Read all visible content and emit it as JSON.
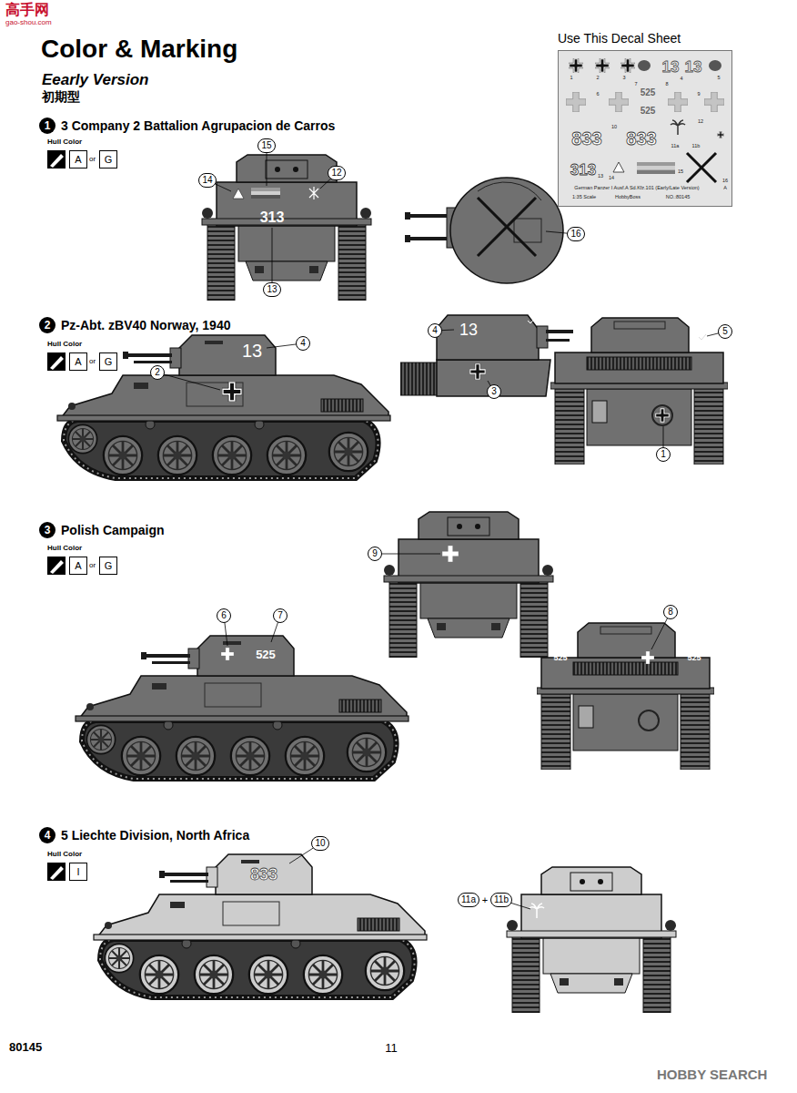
{
  "diagram": {
    "title": "Color & Marking",
    "nodes": [
      {
        "text": [
          "Use This Decal Sheet"
        ]
      },
      {
        "text": [
          "1",
          "3 Company 2 Battalion Agrupacion de Carros"
        ]
      },
      {
        "text": [
          "A"
        ]
      },
      {
        "text": [
          "G"
        ]
      },
      {
        "text": [
          "15"
        ]
      },
      {
        "text": [
          "14"
        ]
      },
      {
        "text": [
          "12"
        ]
      },
      {
        "text": [
          "13"
        ]
      },
      {
        "text": [
          "16"
        ]
      },
      {
        "text": [
          "2",
          "Pz-Abt. zBV40 Norway, 1940"
        ]
      },
      {
        "text": [
          "A"
        ]
      },
      {
        "text": [
          "G"
        ]
      },
      {
        "text": [
          "4"
        ]
      },
      {
        "text": [
          "2"
        ]
      },
      {
        "text": [
          "4"
        ]
      },
      {
        "text": [
          "3"
        ]
      },
      {
        "text": [
          "5"
        ]
      },
      {
        "text": [
          "1"
        ]
      },
      {
        "text": [
          "3",
          "Polish Campaign"
        ]
      },
      {
        "text": [
          "A"
        ]
      },
      {
        "text": [
          "G"
        ]
      },
      {
        "text": [
          "9"
        ]
      },
      {
        "text": [
          "6"
        ]
      },
      {
        "text": [
          "7"
        ]
      },
      {
        "text": [
          "8"
        ]
      },
      {
        "text": [
          "4",
          "5 Liechte Division, North Africa"
        ]
      },
      {
        "text": [
          "I"
        ]
      },
      {
        "text": [
          "10"
        ]
      },
      {
        "text": [
          "11a"
        ]
      },
      {
        "text": [
          "11b"
        ]
      }
    ],
    "labels": [
      "高手网",
      "gao-shou.com",
      "Eearly Version",
      "初期型",
      "Hull Color",
      "or",
      "313",
      "Hull Color",
      "or",
      "13",
      "13",
      "Hull Color",
      "or",
      "525",
      "525",
      "525",
      "Hull Color",
      "833",
      "+",
      "80145",
      "11",
      "HOBBY SEARCH",
      "1",
      "2",
      "3",
      "13",
      "4",
      "13",
      "5",
      "6",
      "525",
      "7",
      "8",
      "9",
      "525",
      "833",
      "10",
      "833",
      "11a",
      "11b",
      "12",
      "313",
      "13",
      "14",
      "15",
      "16",
      "German Panzer I Ausf.A Sd.Kfz.101 (Early/Late Version)",
      "A",
      "1:35 Scale",
      "HobbyBoss",
      "NO.:80145"
    ]
  }
}
